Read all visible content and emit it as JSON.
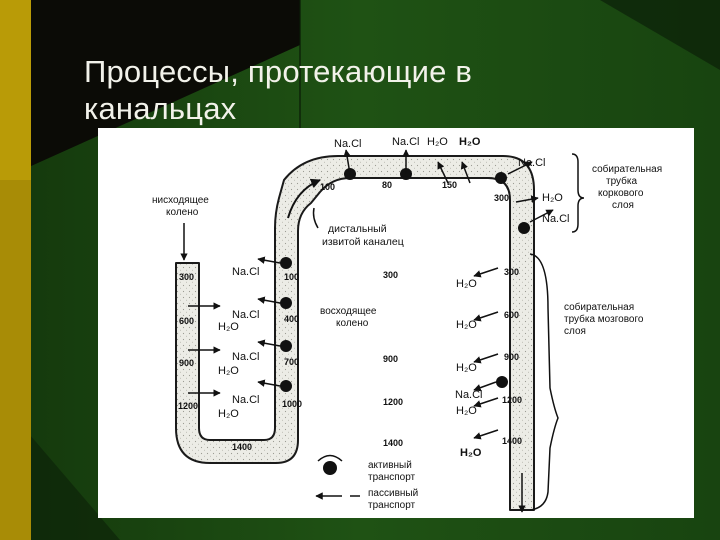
{
  "slide": {
    "title_line1": "Процессы, протекающие в",
    "title_line2": "канальцах",
    "colors": {
      "background_dark": "#0b0b06",
      "background_green": "#1d4d12",
      "accent_bar": "#b99b07",
      "title_text": "#f2f2ea"
    }
  },
  "diagram": {
    "labels": {
      "top_nacl_left": "Na.Cl",
      "top_nacl_mid": "Na.Cl",
      "top_h2o_a": "H₂O",
      "top_h2o_b": "H₂O",
      "descending_limb_line1": "нисходящее",
      "descending_limb_line2": "колено",
      "distal_line1": "дистальный",
      "distal_line2": "извитой каналец",
      "ascending_limb_line1": "восходящее",
      "ascending_limb_line2": "колено",
      "cortical_duct_line1": "собирательная",
      "cortical_duct_line2": "трубка",
      "cortical_duct_line3": "коркового",
      "cortical_duct_line4": "слоя",
      "medullary_duct_line1": "собирательная",
      "medullary_duct_line2": "трубка мозгового",
      "medullary_duct_line3": "слоя",
      "duct_nacl_top": "Na.Cl",
      "duct_h2o_top": "H₂O",
      "duct_nacl_bottom": "Na.Cl",
      "nacl_1": "Na.Cl",
      "nacl_2": "Na.Cl",
      "nacl_3": "Na.Cl",
      "nacl_4": "Na.Cl",
      "h2o_desc_1": "H₂O",
      "h2o_desc_2": "H₂O",
      "h2o_desc_3": "H₂O",
      "h2o_duct_1": "H₂O",
      "h2o_duct_2": "H₂O",
      "h2o_duct_3": "H₂O",
      "h2o_duct_4": "H₂O",
      "nacl_duct_low": "Na.Cl",
      "h2o_duct_5": "H₂O",
      "legend_active_line1": "активный",
      "legend_active_line2": "транспорт",
      "legend_passive_line1": "пассивный",
      "legend_passive_line2": "транспорт"
    },
    "values": {
      "top_100": "100",
      "top_80": "80",
      "top_150": "150",
      "top_300": "300",
      "desc_300": "300",
      "desc_600": "600",
      "desc_900": "900",
      "desc_1200": "1200",
      "asc_100": "100",
      "asc_400": "400",
      "asc_700": "700",
      "asc_1000": "1000",
      "mid_300": "300",
      "mid_900": "900",
      "mid_1200": "1200",
      "mid_1400": "1400",
      "bottom_1400": "1400",
      "duct_300": "300",
      "duct_600": "600",
      "duct_900": "900",
      "duct_1200": "1200",
      "duct_1400": "1400"
    }
  }
}
